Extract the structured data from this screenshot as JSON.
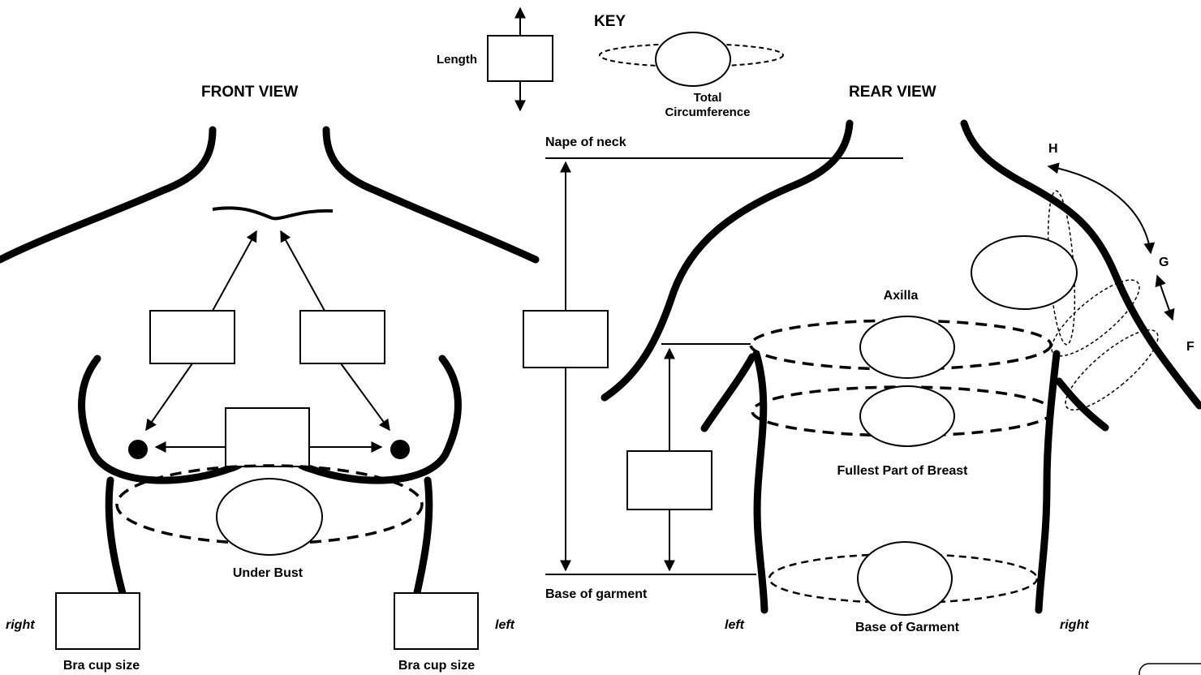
{
  "key": {
    "title": "KEY",
    "length_label": "Length",
    "circumference_label_1": "Total",
    "circumference_label_2": "Circumference"
  },
  "front_view": {
    "title": "FRONT VIEW",
    "under_bust_label": "Under Bust",
    "right_label": "right",
    "left_label": "left",
    "bra_cup_right": "Bra cup size",
    "bra_cup_left": "Bra cup size"
  },
  "middle": {
    "nape_label": "Nape of neck",
    "base_label": "Base of garment"
  },
  "rear_view": {
    "title": "REAR VIEW",
    "axilla_label": "Axilla",
    "fullest_label": "Fullest Part of Breast",
    "base_label": "Base of Garment",
    "left_label": "left",
    "right_label": "right",
    "arm_h": "H",
    "arm_g": "G",
    "arm_f": "F"
  }
}
